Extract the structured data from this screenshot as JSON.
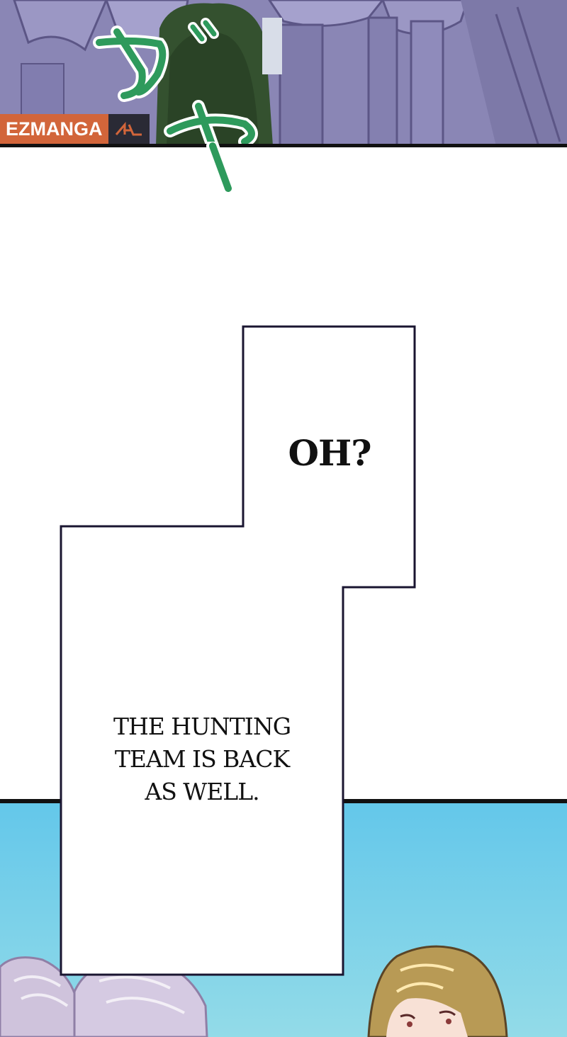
{
  "watermark": {
    "brand": "EZMANGA"
  },
  "sfx": {
    "text": "ガヤ",
    "color": "#2e9a5c"
  },
  "bubble": {
    "line1": "OH?",
    "line2": [
      "THE HUNTING",
      "TEAM IS BACK",
      "AS WELL."
    ]
  },
  "colors": {
    "top_panel": "#8a86b5",
    "sky": "#63c7ea",
    "border": "#111111"
  }
}
